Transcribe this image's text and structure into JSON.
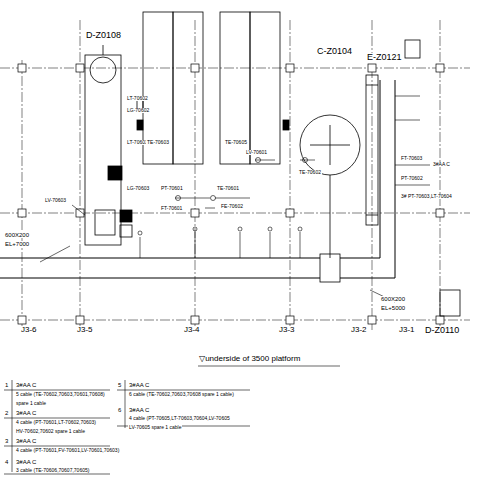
{
  "diagram": {
    "nodes": [
      {
        "text": [
          "D-Z0108"
        ]
      },
      {
        "text": [
          "C-Z0104"
        ]
      },
      {
        "text": [
          "E-Z0121"
        ]
      },
      {
        "text": [
          "D-Z0110"
        ]
      }
    ],
    "labels": [
      "J3-6",
      "J3-5",
      "J3-4",
      "J3-3",
      "J3-2",
      "J3-1",
      "600X200",
      "EL+7000",
      "600X200",
      "EL+5000",
      "▽underside of 3500 platform",
      "LT-70602",
      "LG-70602",
      "LT-70603",
      "LG-70603",
      "LV-70603",
      "PT-70601",
      "FT-70601",
      "TE-70601",
      "FE-70602",
      "LV-70601",
      "TE-70602",
      "TE-70603",
      "TE-70605",
      "FT-70603",
      "PT-70602",
      "3#AA C",
      "3# PT-70603,LT-70604",
      "1",
      "3#AA C",
      "5 cable (TE-70602,70603,70601,70608)",
      "spare 1 cable",
      "2",
      "3#AA C",
      "4 cable (PT-70601,LT-70602,70603)",
      "HV-70602,70602 spare 1 cable",
      "3",
      "3#AA C",
      "4 cable (PT-70601,FV-70601,LV-70601,70603)",
      "4",
      "3#AA C",
      "3 cable (TE-70606,70607,70605)",
      "5",
      "3#AA C",
      "6 cable (TE-70602,70603,70608 spare 1 cable)",
      "6",
      "3#AA C",
      "4 cable (PT-70605,LT-70603,70604,LV-70605",
      "LV-70605 spare 1 cable"
    ]
  }
}
